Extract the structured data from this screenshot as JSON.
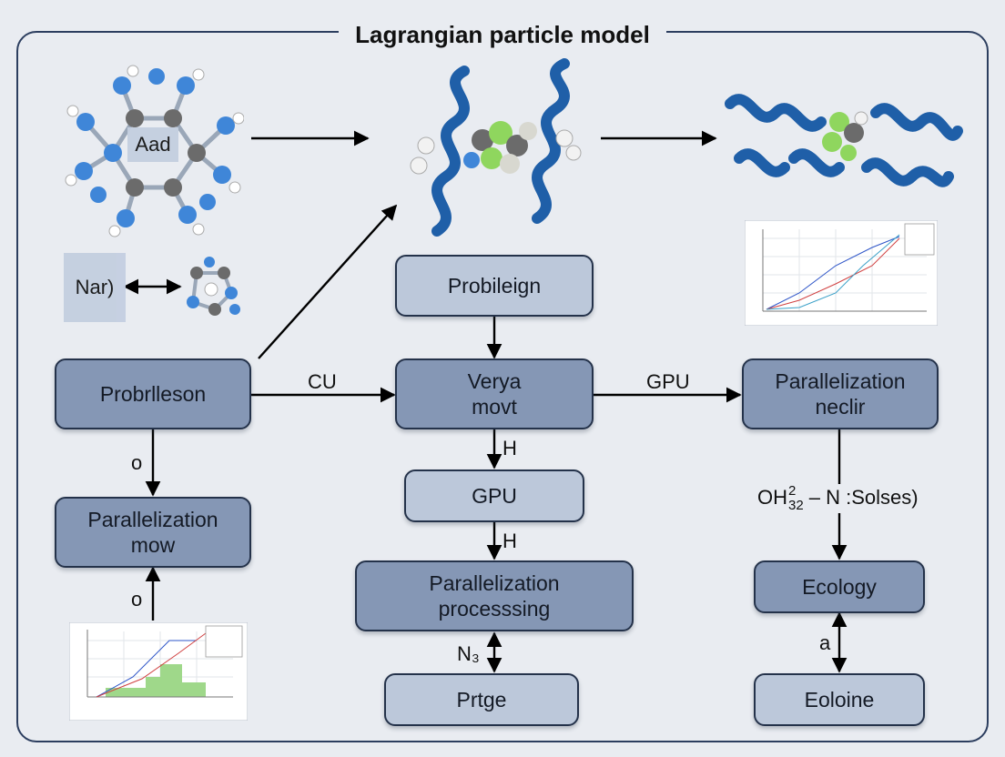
{
  "title": "Lagrangian particle model",
  "nodes": {
    "probrlleson": "Probrlleson",
    "parallelization_mow": "Parallelization\nmow",
    "probileign": "Probileign",
    "verya_movt": "Verya\nmovt",
    "gpu": "GPU",
    "parallelization_processing": "Parallelization\nprocesssing",
    "prtge": "Prtge",
    "parallelization_neclir": "Parallelization\nneclir",
    "ecology": "Ecology",
    "eoloine": "Eoloine"
  },
  "edge_labels": {
    "cu": "CU",
    "gpu": "GPU",
    "o_upper": "o",
    "o_lower": "o",
    "h_upper": "H",
    "h_lower": "H",
    "n3": "N₃",
    "a": "a",
    "formula_base": "OH",
    "formula_sup": "2",
    "formula_sub": "32",
    "formula_rest": " – N :Solses)"
  },
  "molecule_labels": {
    "aad": "Aad",
    "nar": "Nar)"
  },
  "colors": {
    "dark_box": "#8597b5",
    "light_box": "#bcc8da",
    "border": "#24324a",
    "protein": "#1f5fa8",
    "atom_blue": "#3f86d8",
    "atom_gray": "#6b6b6b",
    "atom_green": "#8fd65e"
  }
}
